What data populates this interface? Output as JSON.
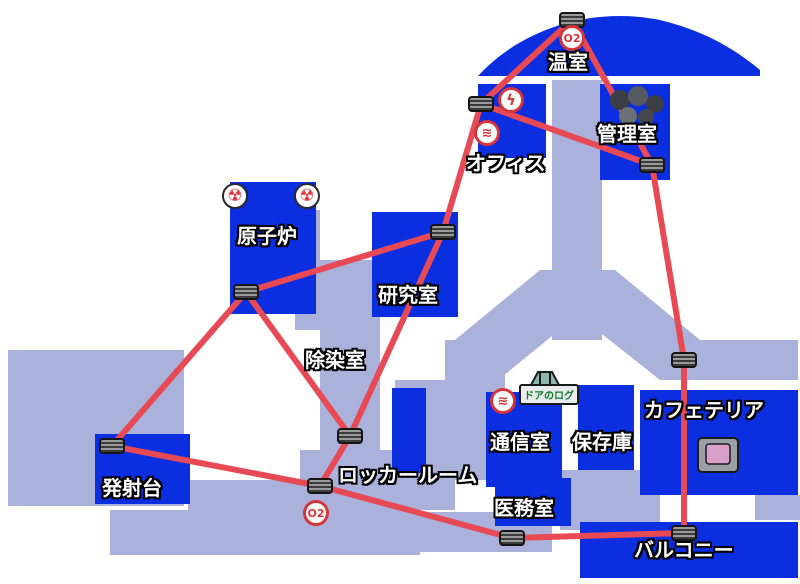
{
  "rooms": {
    "greenhouse": "温室",
    "admin": "管理室",
    "office": "オフィス",
    "reactor": "原子炉",
    "laboratory": "研究室",
    "decontamination": "除染室",
    "launchpad": "発射台",
    "locker_room": "ロッカールーム",
    "communications": "通信室",
    "storage": "保存庫",
    "cafeteria": "カフェテリア",
    "medbay": "医務室",
    "balcony": "バルコニー"
  },
  "icons": {
    "o2": "O2",
    "door_log": "ドアのログ",
    "radiation": "radiation-icon",
    "electrical": "electrical-icon",
    "comms": "comms-icon",
    "admin_map": "admin-table-icon",
    "cafeteria_button": "emergency-button-icon"
  },
  "colors": {
    "room_fill": "#0a2ee0",
    "corridor_fill": "#aab2dc",
    "vent_route": "#e84a55",
    "label_text": "#ffffff"
  }
}
